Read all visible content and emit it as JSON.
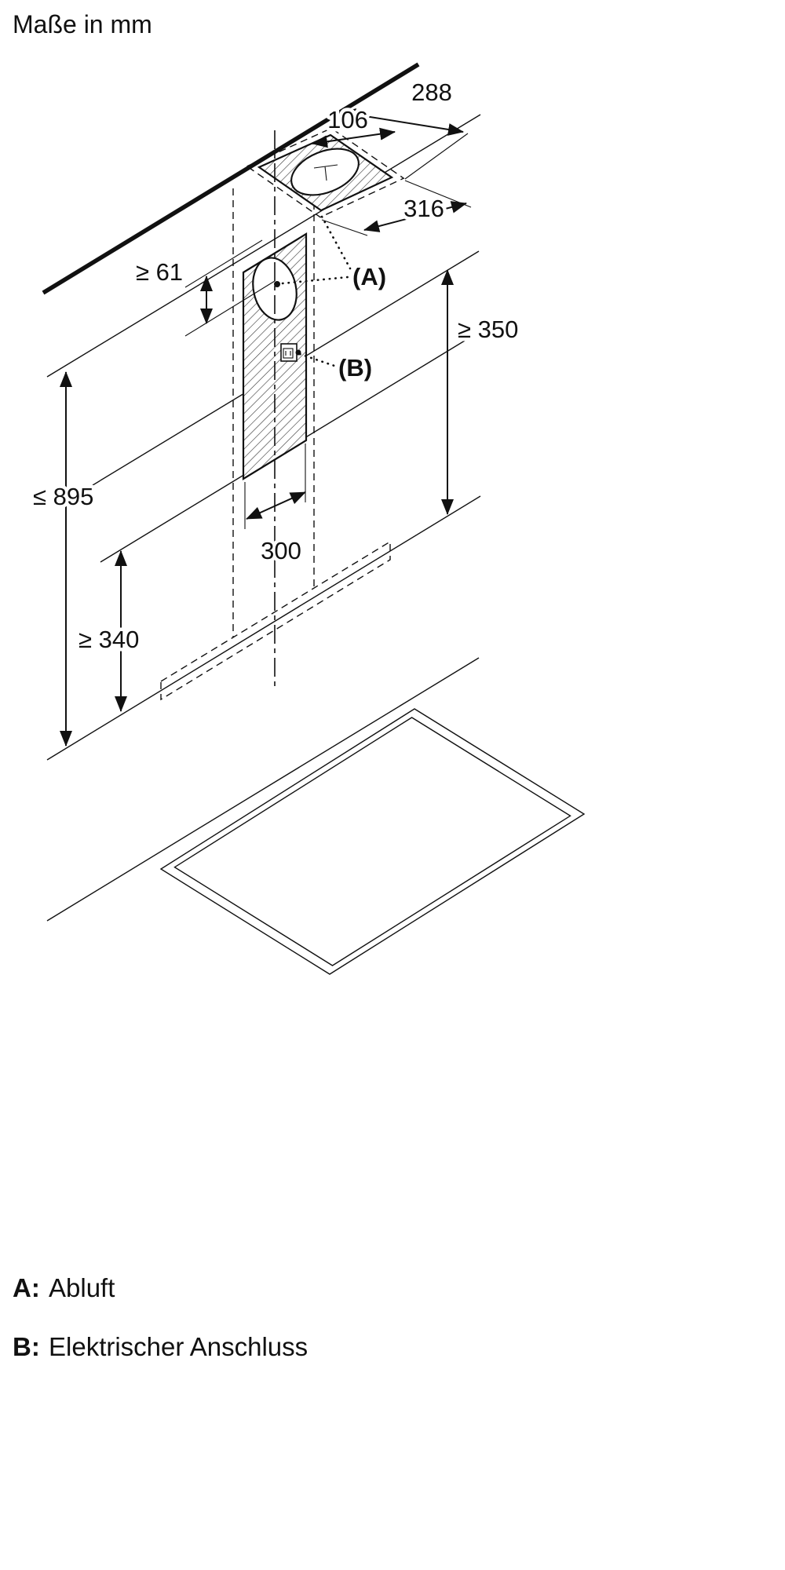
{
  "title": "Maße in mm",
  "diagram": {
    "dimensions": {
      "d288": "288",
      "d106": "106",
      "d316": "316",
      "d61": "≥ 61",
      "d350": "≥ 350",
      "d895": "≤ 895",
      "d300": "300",
      "d340": "≥ 340"
    },
    "callouts": {
      "a": "(A)",
      "b": "(B)"
    }
  },
  "legend": [
    {
      "key": "A:",
      "label": "Abluft"
    },
    {
      "key": "B:",
      "label": "Elektrischer Anschluss"
    }
  ]
}
